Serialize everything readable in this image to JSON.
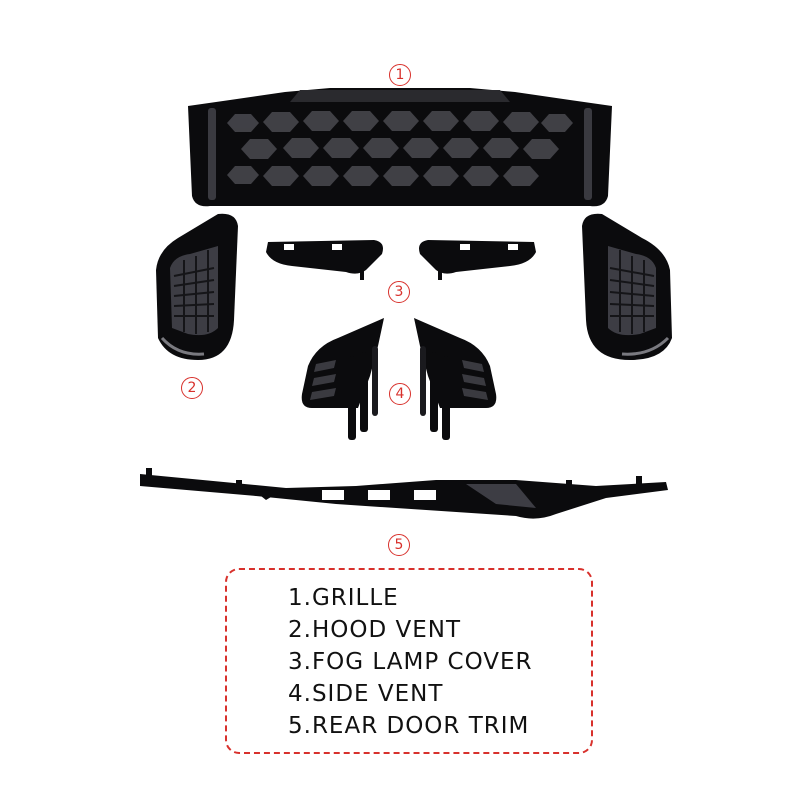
{
  "markers": [
    "1",
    "2",
    "3",
    "4",
    "5"
  ],
  "legend": {
    "items": [
      "1.GRILLE",
      "2.HOOD VENT",
      "3.FOG LAMP COVER",
      "4.SIDE VENT",
      "5.REAR DOOR TRIM"
    ]
  },
  "colors": {
    "accent": "#d8312c",
    "part": "#0b0b0d",
    "highlight": "#5a5a60"
  }
}
